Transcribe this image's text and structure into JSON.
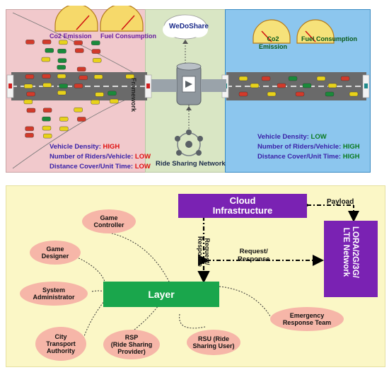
{
  "top": {
    "left_panel": {
      "gauges": [
        "Co2 Emission",
        "Fuel Consumption"
      ],
      "metrics": [
        {
          "label": "Vehicle Density: ",
          "value": "HIGH"
        },
        {
          "label": "Number of Riders/Vehicle: ",
          "value": "LOW"
        },
        {
          "label": "Distance Cover/Unit Time: ",
          "value": "LOW"
        }
      ]
    },
    "middle_panel": {
      "cloud_label": "WeDoShare",
      "framework_label": "Framework",
      "network_label": "Ride Sharing Network"
    },
    "right_panel": {
      "gauges": [
        "Co2\nEmission",
        "Fuel Consumption"
      ],
      "metrics": [
        {
          "label": "Vehicle Density: ",
          "value": "LOW"
        },
        {
          "label": "Number of Riders/Vehicle: ",
          "value": "HIGH"
        },
        {
          "label": "Distance Cover/Unit Time: ",
          "value": "HIGH"
        }
      ]
    },
    "colors": {
      "left_bg": "#f1c9cc",
      "mid_bg": "#d9e6c4",
      "right_bg": "#8cc6ee",
      "high": "#e01010",
      "low_green": "#0a7a20",
      "metric_text": "#3a22a8"
    }
  },
  "bottom": {
    "cloud": "Cloud\nInfrastructure",
    "network": "LORA/2G/3G/\nLTE Network",
    "layer": "Layer",
    "payload": "Payload",
    "request_response_h": "Request/\nResponse",
    "request_response_v": "Request/\nResponse",
    "actors": [
      "Game\nController",
      "Game\nDesigner",
      "System\nAdministrator",
      "City\nTransport\nAuthority",
      "RSP\n(Ride Sharing\nProvider)",
      "RSU (Ride\nSharing User)",
      "Emergency\nResponse Team"
    ],
    "colors": {
      "bg": "#fbf7c6",
      "purple": "#7a22b3",
      "green": "#1aa64c",
      "actor": "#f6b6a8"
    }
  }
}
